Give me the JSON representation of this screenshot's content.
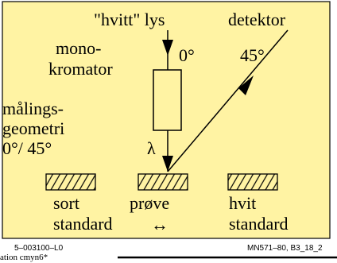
{
  "panel": {
    "background": "#fff3a3",
    "border": "#000000"
  },
  "labels": {
    "light": "\"hvitt\" lys",
    "detector": "detektor",
    "mono_line1": "mono-",
    "mono_line2": "kromator",
    "angle_in": "0°",
    "angle_out": "45°",
    "geometry_line1": "målings-",
    "geometry_line2": "geometri",
    "geometry_line3": "0°/ 45°",
    "lambda": "λ",
    "black_line1": "sort",
    "black_line2": "standard",
    "sample_line1": "prøve",
    "sample_arrow": "↔",
    "white_line1": "hvit",
    "white_line2": "standard"
  },
  "footer": {
    "left_code": "5–003100–L0",
    "right_code": "MN571–80, B3_18_2",
    "cut_text": "ation cmyn6*"
  }
}
